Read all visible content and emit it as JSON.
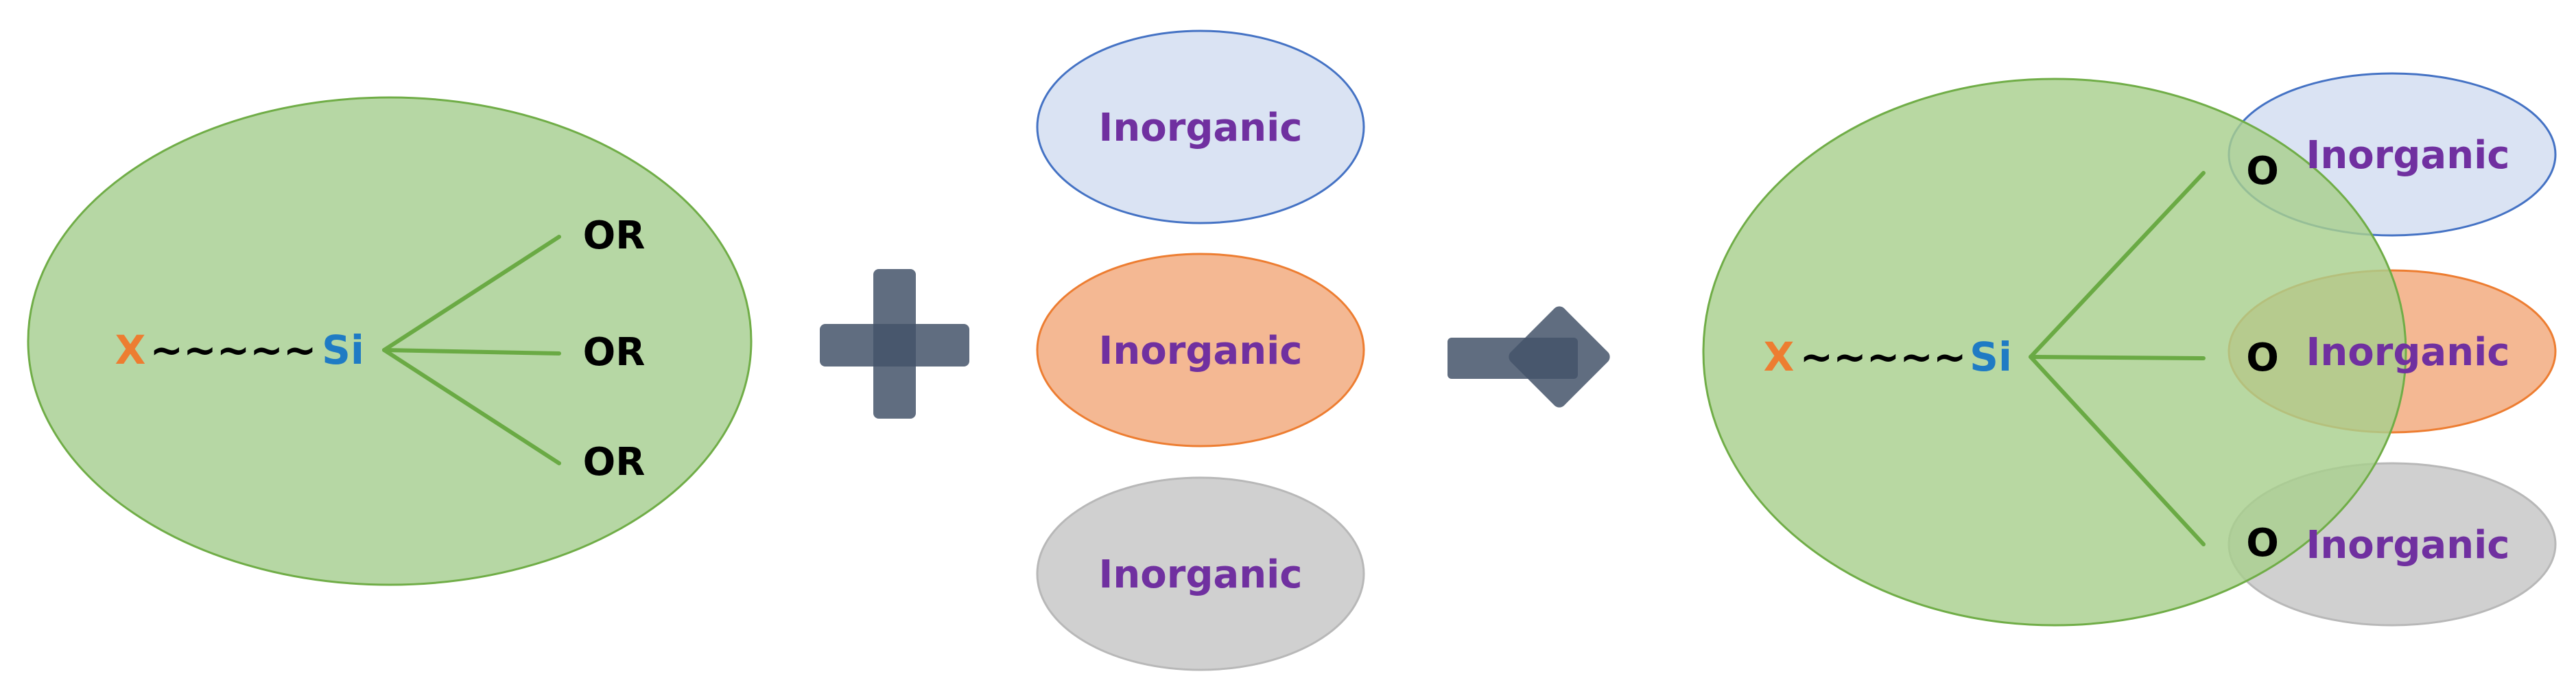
{
  "colors": {
    "reactant_fill": "#b6d7a4",
    "reactant_stroke": "#70ad47",
    "bond_line": "#6aaa44",
    "x_color": "#ed7d31",
    "si_color": "#1f7bc4",
    "text_black": "#000000",
    "inorganic_text": "#7030a0",
    "blue_fill": "#dae3f3",
    "blue_stroke": "#4472c4",
    "orange_fill": "#f4b893",
    "orange_stroke": "#ed7d31",
    "gray_fill": "#d0d0d0",
    "gray_stroke": "#b8b8b8",
    "operator_fill": "#44546a"
  },
  "reactant": {
    "x_label": "X",
    "linker": "~~~~~",
    "si_label": "Si",
    "groups": [
      "OR",
      "OR",
      "OR"
    ]
  },
  "plus_operator": "plus-sign",
  "inorganics": [
    {
      "label": "Inorganic",
      "color": "blue"
    },
    {
      "label": "Inorganic",
      "color": "orange"
    },
    {
      "label": "Inorganic",
      "color": "gray"
    }
  ],
  "arrow_operator": "right-arrow",
  "product": {
    "x_label": "X",
    "linker": "~~~~~",
    "si_label": "Si",
    "bonds": [
      {
        "atom": "O",
        "inorganic": "Inorganic"
      },
      {
        "atom": "O",
        "inorganic": "Inorganic"
      },
      {
        "atom": "O",
        "inorganic": "Inorganic"
      }
    ]
  }
}
